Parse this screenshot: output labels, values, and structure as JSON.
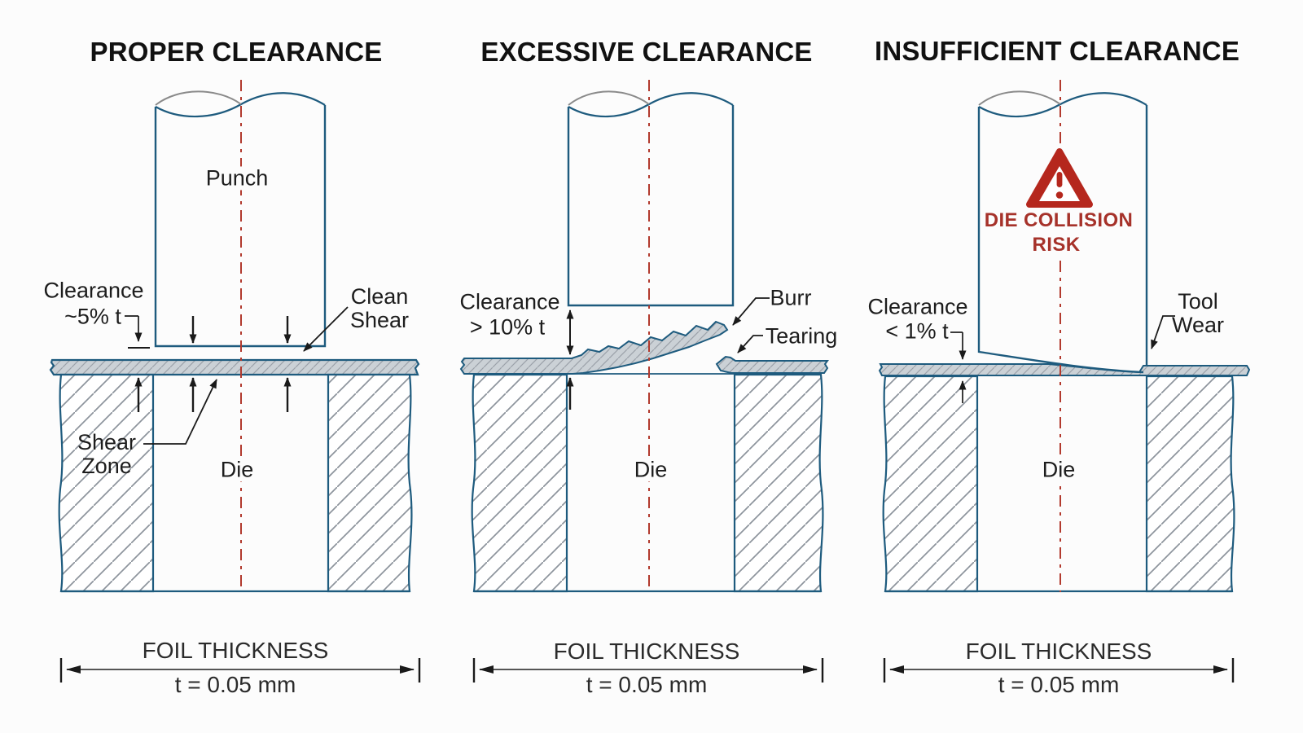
{
  "figure": {
    "description": "Punch and die clearance comparison diagram, three cross-section panels",
    "colors": {
      "line_blue": "#1E5B7E",
      "break_line_gray": "#8A8A8A",
      "hatch_gray": "#8D949C",
      "foil_fill": "#CBD1D6",
      "foil_hatch_gray": "#9BA1A9",
      "text_dark": "#1D1D1D",
      "centerline_red": "#B23A2E",
      "warning_red": "#B5271D",
      "warning_text_red": "#A6322A",
      "dimension_gray": "#4A4A4A",
      "arrow_black": "#1A1A1A"
    }
  },
  "panels": [
    {
      "id": "proper",
      "title": "PROPER CLEARANCE",
      "punch_label": "Punch",
      "die_label": "Die",
      "clearance": {
        "line1": "Clearance",
        "line2": "~5% t"
      },
      "callouts": {
        "clean_shear": {
          "line1": "Clean",
          "line2": "Shear"
        },
        "shear_zone": {
          "line1": "Shear",
          "line2": "Zone"
        }
      },
      "dimension": {
        "label": "FOIL THICKNESS",
        "value": "t = 0.05 mm"
      }
    },
    {
      "id": "excessive",
      "title": "EXCESSIVE CLEARANCE",
      "die_label": "Die",
      "clearance": {
        "line1": "Clearance",
        "line2": "> 10% t"
      },
      "callouts": {
        "burr": {
          "label": "Burr"
        },
        "tearing": {
          "label": "Tearing"
        }
      },
      "dimension": {
        "label": "FOIL THICKNESS",
        "value": "t = 0.05 mm"
      }
    },
    {
      "id": "insufficient",
      "title": "INSUFFICIENT CLEARANCE",
      "die_label": "Die",
      "clearance": {
        "line1": "Clearance",
        "line2": "< 1% t"
      },
      "warning": {
        "line1": "DIE COLLISION",
        "line2": "RISK"
      },
      "callouts": {
        "tool_wear": {
          "line1": "Tool",
          "line2": "Wear"
        }
      },
      "dimension": {
        "label": "FOIL THICKNESS",
        "value": "t = 0.05 mm"
      }
    }
  ]
}
